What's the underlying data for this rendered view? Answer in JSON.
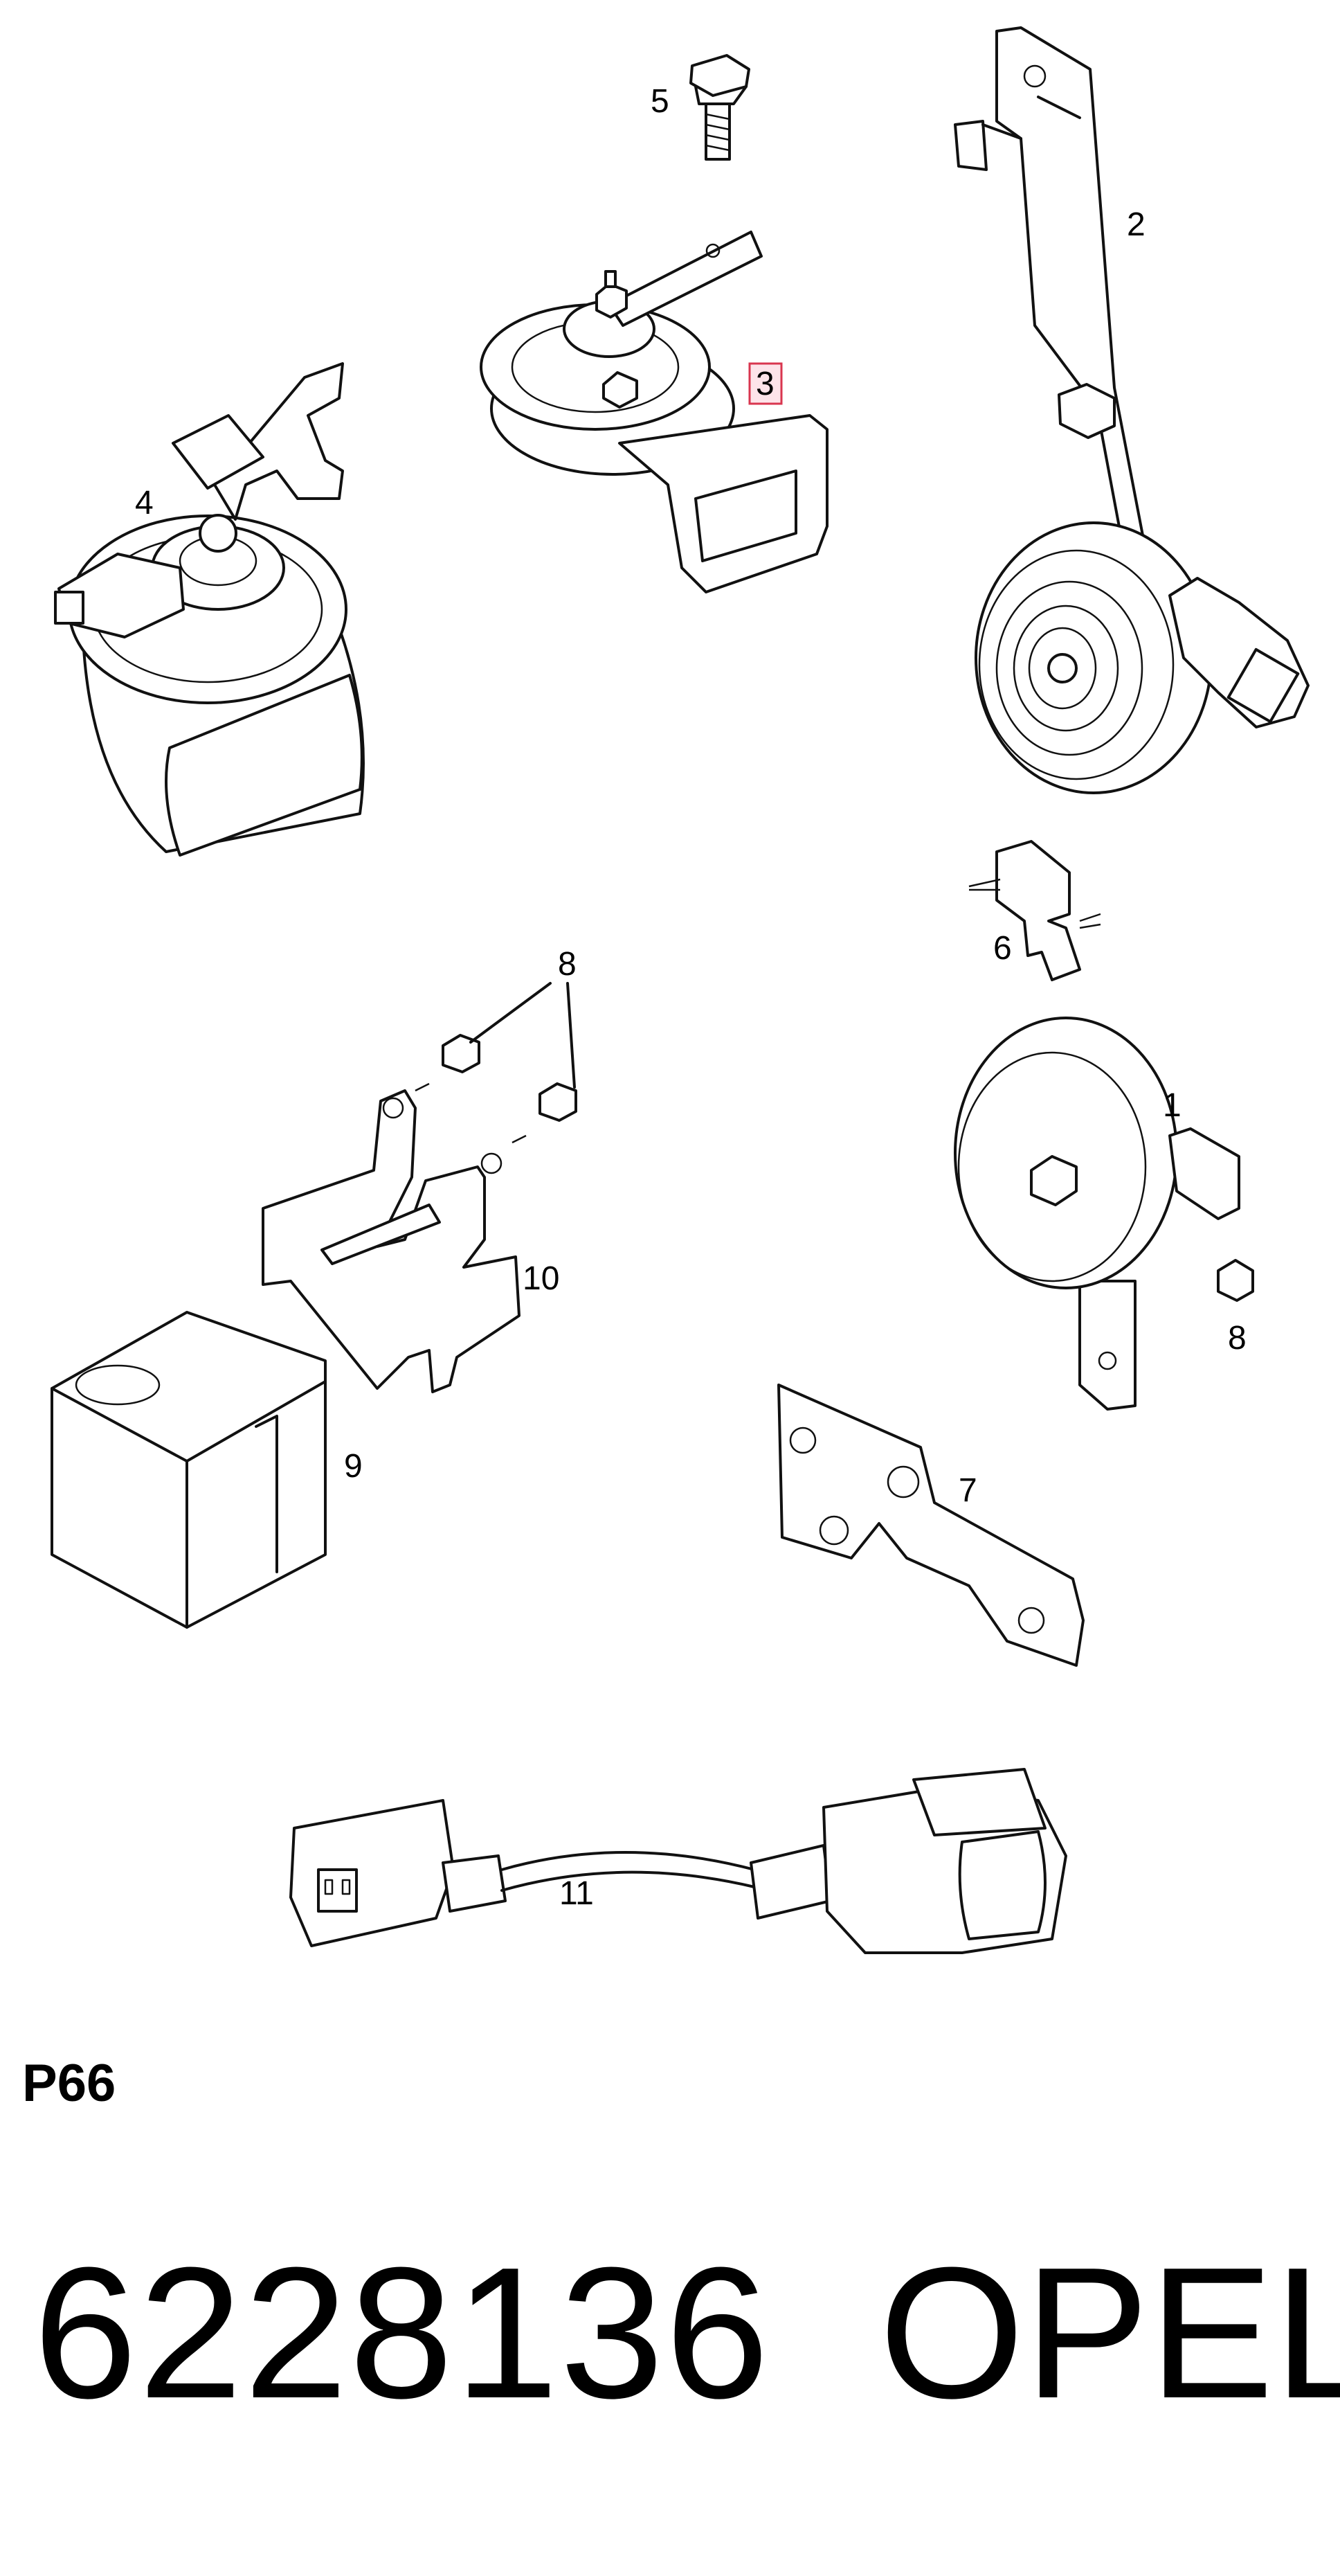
{
  "callouts": {
    "c1": "1",
    "c2": "2",
    "c3": "3",
    "c4": "4",
    "c5": "5",
    "c6": "6",
    "c7": "7",
    "c8a": "8",
    "c8b": "8",
    "c9": "9",
    "c10": "10",
    "c11": "11"
  },
  "highlighted_callout": "3",
  "highlight_color": "#d9364f",
  "page_code": "P66",
  "part_number": "6228136",
  "brand": "OPEL"
}
